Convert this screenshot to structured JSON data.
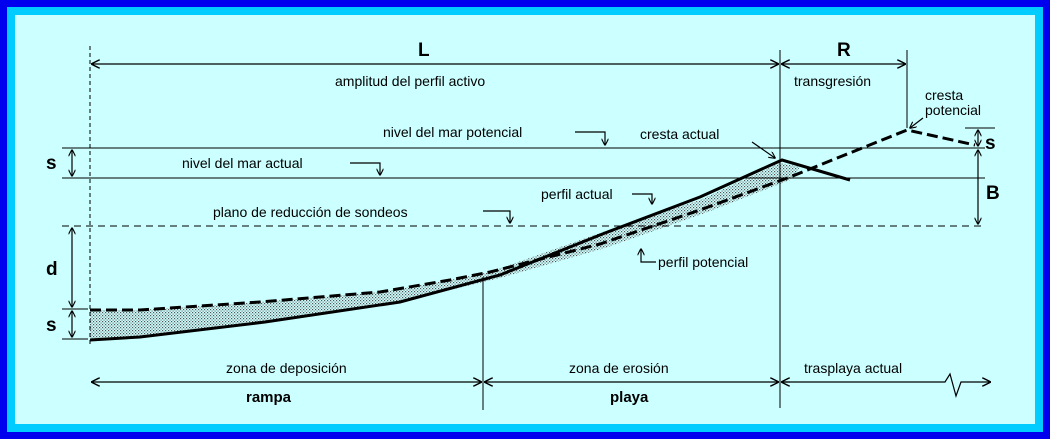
{
  "colors": {
    "outer_frame": "#0000ee",
    "mid_frame": "#00ccff",
    "panel": "#ccffff",
    "ink": "#000000",
    "stipple": "#9a9a9a"
  },
  "labels": {
    "L": "L",
    "R": "R",
    "B": "B",
    "d": "d",
    "s_top": "s",
    "s_bottom": "s",
    "s_right": "s",
    "amplitud": "amplitud del perfil activo",
    "transgresion": "transgresión",
    "cresta_actual": "cresta actual",
    "cresta_potencial_1": "cresta",
    "cresta_potencial_2": "potencial",
    "nivel_potencial": "nivel del mar potencial",
    "nivel_actual": "nivel del mar actual",
    "plano_reduccion": "plano de reducción de sondeos",
    "perfil_actual": "perfil actual",
    "perfil_potencial": "perfil potencial",
    "zona_deposicion": "zona de deposición",
    "zona_erosion": "zona de erosión",
    "trasplaya_actual": "trasplaya actual",
    "rampa": "rampa",
    "playa": "playa"
  }
}
